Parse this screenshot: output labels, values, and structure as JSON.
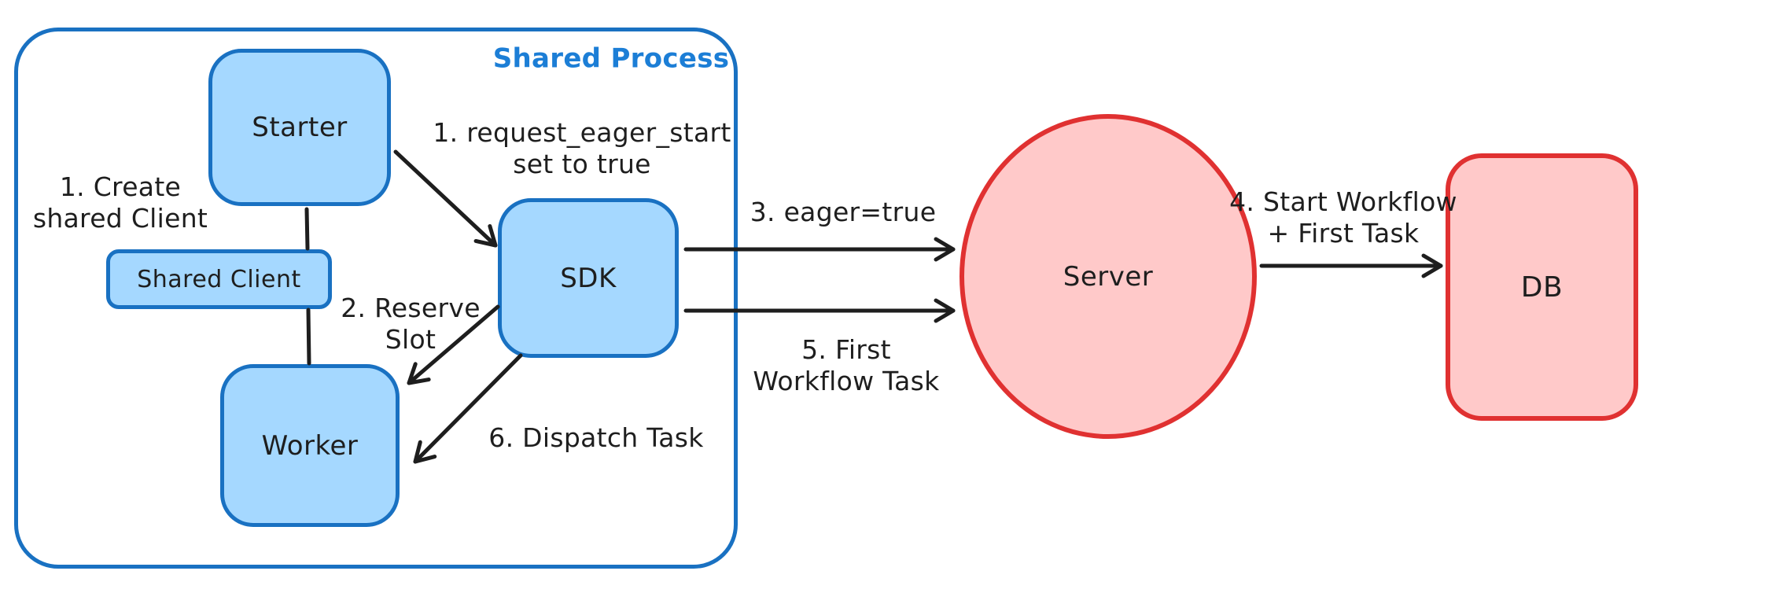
{
  "diagram": {
    "frame": {
      "title": "Shared Process"
    },
    "nodes": {
      "starter": "Starter",
      "shared_client": "Shared Client",
      "worker": "Worker",
      "sdk": "SDK",
      "server": "Server",
      "db": "DB"
    },
    "annotations": {
      "create_shared_client": "1. Create\nshared Client",
      "request_eager_start": "1. request_eager_start\nset to true",
      "reserve_slot": "2. Reserve\nSlot",
      "eager_true": "3. eager=true",
      "start_workflow_first_task": "4. Start Workflow\n+ First Task",
      "first_workflow_task": "5. First\nWorkflow Task",
      "dispatch_task": "6. Dispatch Task"
    },
    "colors": {
      "blue_stroke": "#1971c2",
      "blue_fill": "#a5d8ff",
      "blue_text": "#1c7ed6",
      "red_stroke": "#e03131",
      "red_fill": "#ffc9c9",
      "ink": "#1e1e1e",
      "background": "#ffffff"
    }
  }
}
